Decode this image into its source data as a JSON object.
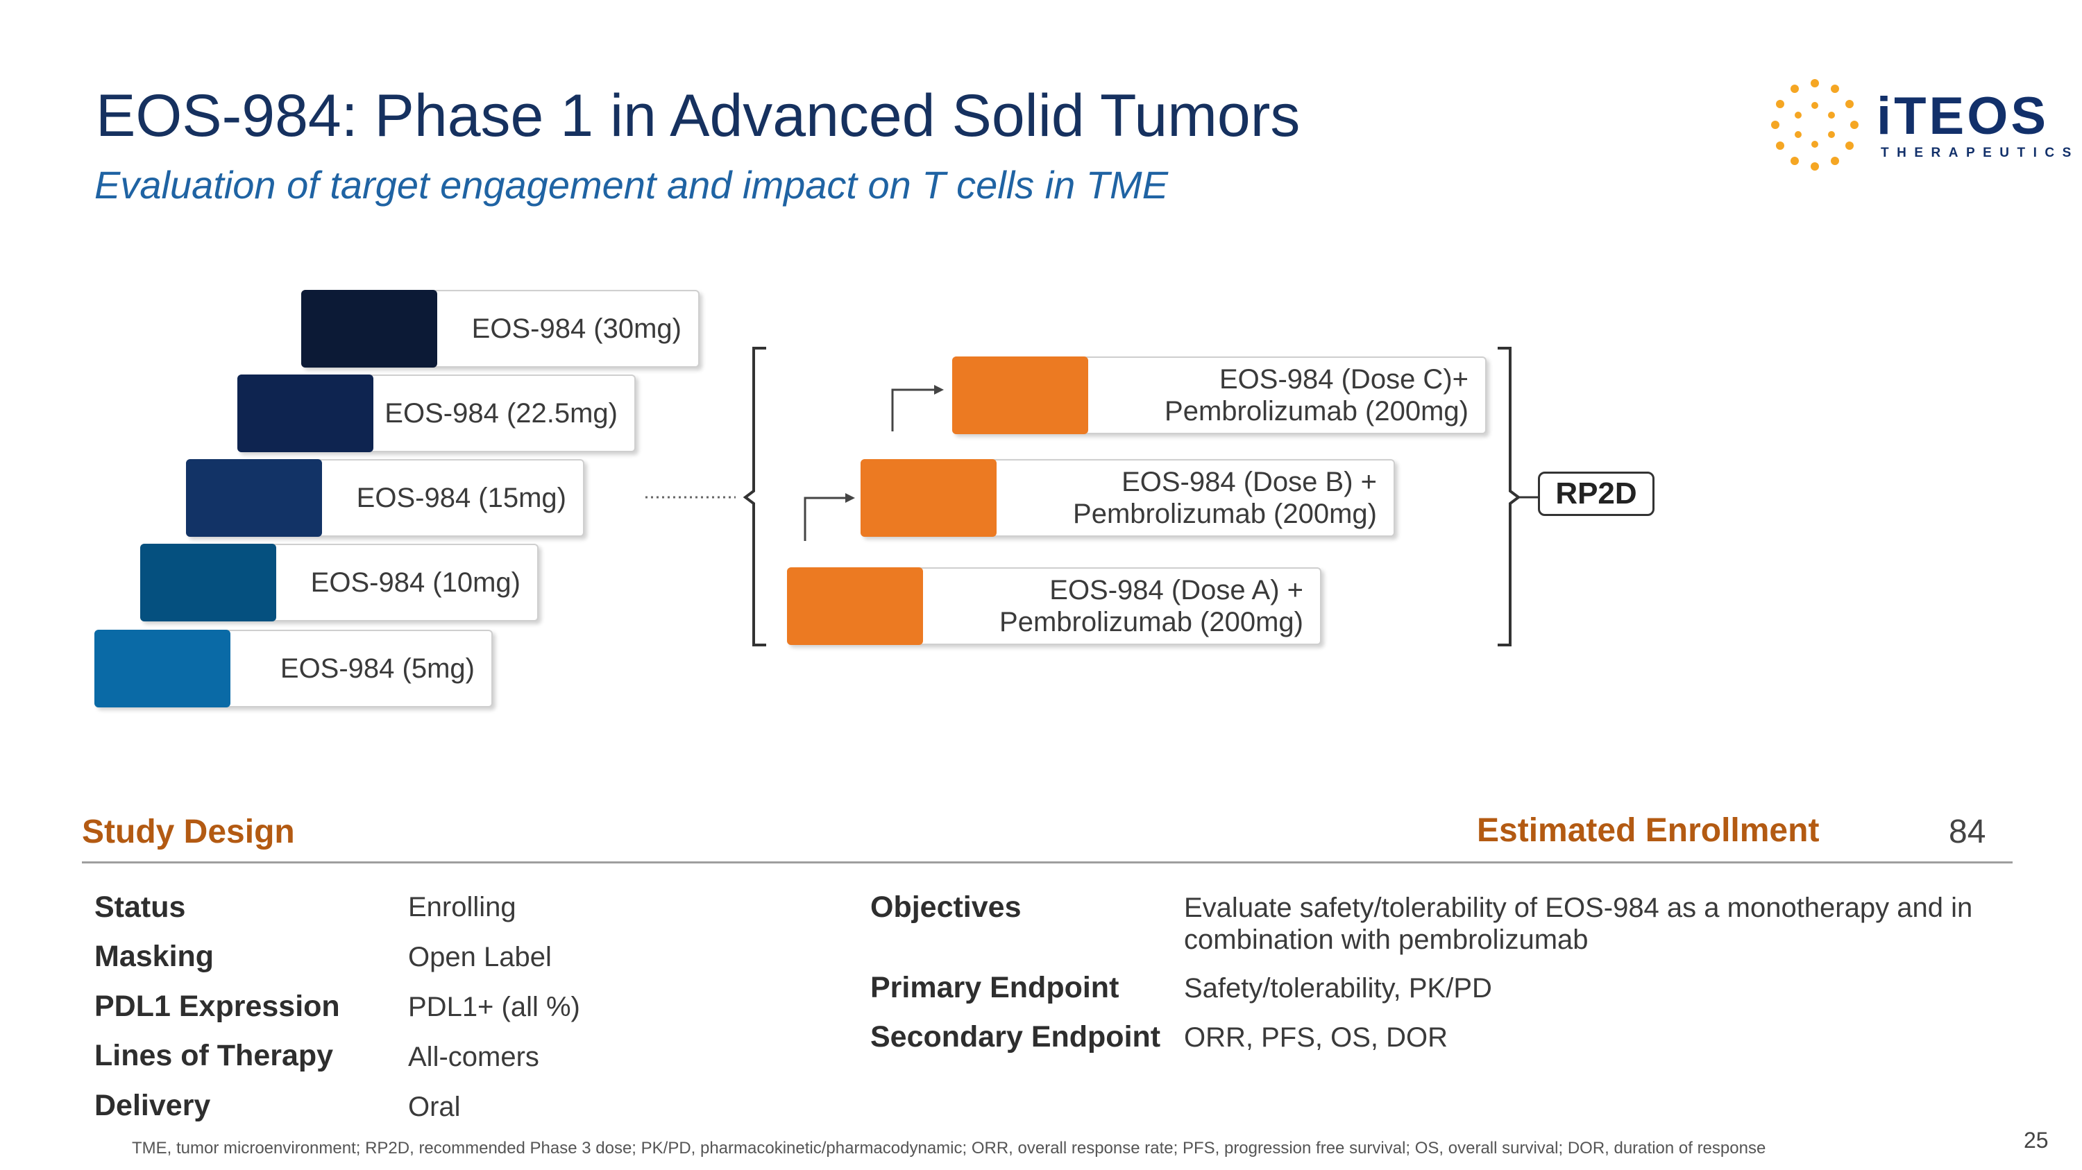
{
  "header": {
    "title": "EOS-984: Phase 1 in Advanced Solid Tumors",
    "subtitle": "Evaluation of target engagement and impact on T cells in TME"
  },
  "logo": {
    "wordmark": "iTEOS",
    "tagline": "THERAPEUTICS",
    "dot_color": "#f5a623",
    "text_color": "#12306a"
  },
  "monotherapy": [
    {
      "label": "EOS-984 (30mg)",
      "color": "#0c1a36"
    },
    {
      "label": "EOS-984 (22.5mg)",
      "color": "#0e2450"
    },
    {
      "label": "EOS-984 (15mg)",
      "color": "#123366"
    },
    {
      "label": "EOS-984 (10mg)",
      "color": "#05507f"
    },
    {
      "label": "EOS-984 (5mg)",
      "color": "#0a6aa6"
    }
  ],
  "combination": [
    {
      "line1": "EOS-984 (Dose C)+",
      "line2": "Pembrolizumab (200mg)",
      "color": "#ec7a22"
    },
    {
      "line1": "EOS-984 (Dose B) +",
      "line2": "Pembrolizumab (200mg)",
      "color": "#ec7a22"
    },
    {
      "line1": "EOS-984 (Dose A) +",
      "line2": "Pembrolizumab (200mg)",
      "color": "#ec7a22"
    }
  ],
  "rp2d_label": "RP2D",
  "study": {
    "heading": "Study Design",
    "enrollment_label": "Estimated Enrollment",
    "enrollment_value": "84",
    "left": [
      {
        "key": "Status",
        "value": "Enrolling"
      },
      {
        "key": "Masking",
        "value": "Open Label"
      },
      {
        "key": "PDL1 Expression",
        "value": "PDL1+ (all %)"
      },
      {
        "key": "Lines of Therapy",
        "value": "All-comers"
      },
      {
        "key": "Delivery",
        "value": "Oral"
      }
    ],
    "objectives_key": "Objectives",
    "objectives_line1": "Evaluate safety/tolerability of EOS-984 as a monotherapy and in",
    "objectives_line2": "combination with pembrolizumab",
    "primary_key": "Primary Endpoint",
    "primary_value": "Safety/tolerability, PK/PD",
    "secondary_key": "Secondary Endpoint",
    "secondary_value": "ORR, PFS, OS, DOR"
  },
  "footnote": "TME, tumor microenvironment; RP2D, recommended Phase 3 dose; PK/PD, pharmacokinetic/pharmacodynamic; ORR, overall response rate; PFS, progression free survival; OS, overall survival; DOR, duration of response",
  "page_number": "25"
}
